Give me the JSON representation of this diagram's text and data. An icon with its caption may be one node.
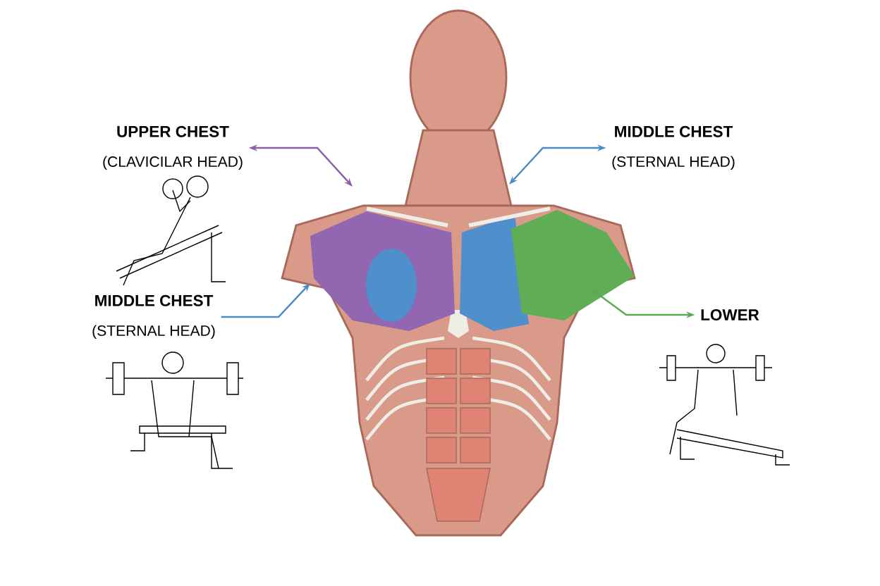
{
  "diagram": {
    "nodes": [
      {
        "text": [
          "UPPER CHEST",
          "(CLAVICILAR HEAD)"
        ]
      },
      {
        "text": [
          "MIDDLE CHEST",
          "(STERNAL HEAD)"
        ]
      },
      {
        "text": [
          "MIDDLE CHEST",
          "(STERNAL HEAD)"
        ]
      },
      {
        "text": [
          "LOWER"
        ]
      }
    ],
    "edges": [
      {
        "from": 0,
        "to": null,
        "arrow": "both",
        "color": "#8e5ea8"
      },
      {
        "from": 1,
        "to": null,
        "arrow": "both",
        "color": "#4a8cc8"
      },
      {
        "from": 2,
        "to": null,
        "arrow": "to",
        "color": "#4a8cc8"
      },
      {
        "from": 3,
        "to": null,
        "arrow": "both",
        "color": "#5aaa50"
      }
    ]
  }
}
